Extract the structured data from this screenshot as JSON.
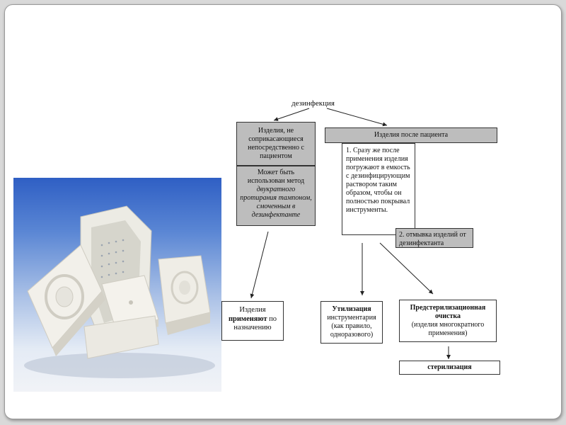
{
  "diagram": {
    "root": "дезинфекция",
    "left_branch": {
      "title": "Изделия, не соприкасающиеся непосредственно с пациентом",
      "method_plain": "Может быть использован метод",
      "method_italic": "двукратного протирания тампоном, смоченным в дезинфектанте"
    },
    "right_branch": {
      "title": "Изделия после пациента",
      "step1": "1. Сразу же после применения изделия погружают в емкость с дезинфицирующим раствором таким образом, чтобы он полностью покрывал инструменты.",
      "step2": "2. отмывка изделий от дезинфектанта"
    },
    "results": {
      "use_prefix": "Изделия",
      "use_bold": "применяют",
      "use_suffix": "по назначению",
      "disposal_bold": "Утилизация",
      "disposal_text": "инструментария (как правило, одноразового)",
      "presterilization_bold": "Предстерилизационная очистка",
      "presterilization_text": "(изделия многократного применения)",
      "sterilization": "стерилизация"
    }
  },
  "colors": {
    "gray_box": "#bdbdbd",
    "border": "#333333",
    "photo_sky": "#2f5fc4"
  }
}
